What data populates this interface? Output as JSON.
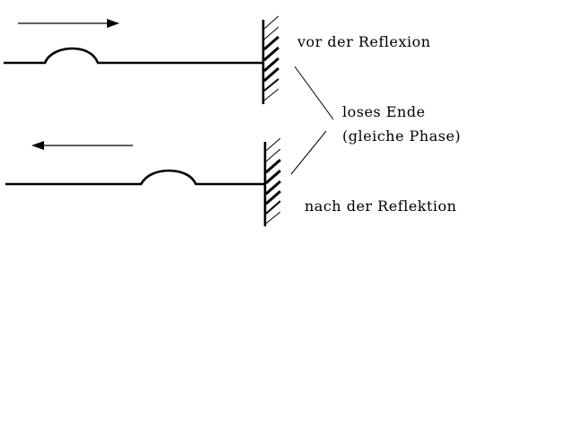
{
  "labels": {
    "before": "vor  der  Reflexion",
    "end_type": "loses  Ende",
    "phase": "(gleiche  Phase)",
    "after": "nach  der  Reflektion"
  },
  "colors": {
    "ink": "#000000",
    "background": "#ffffff"
  }
}
